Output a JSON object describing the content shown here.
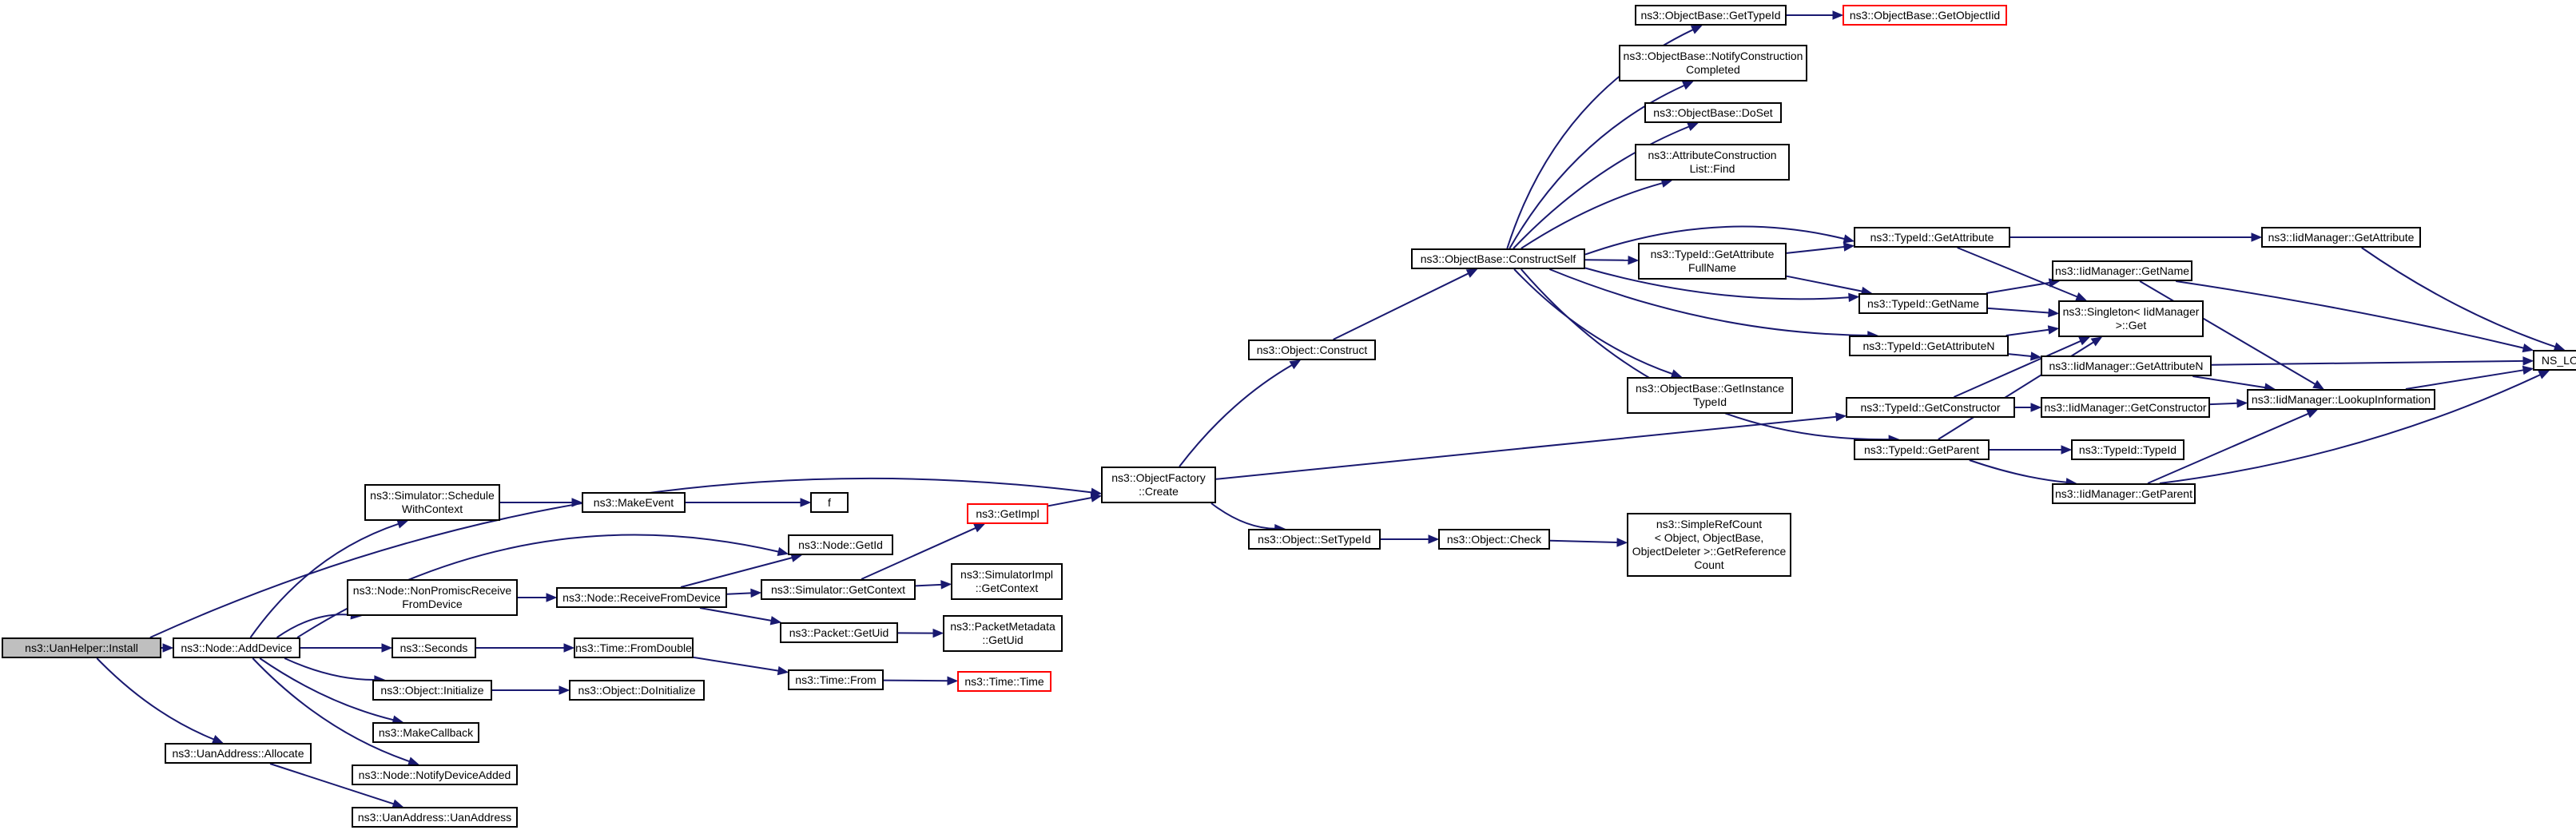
{
  "colors": {
    "edge": "#191970",
    "border": "#000000",
    "truncated_border": "#ff0000",
    "root_fill": "#bfbfbf",
    "background": "#ffffff"
  },
  "nodes": {
    "uanhelper_install": "ns3::UanHelper::Install",
    "node_adddevice": "ns3::Node::AddDevice",
    "uanaddress_allocate": "ns3::UanAddress::Allocate",
    "simulator_schedulewithcontext": "ns3::Simulator::Schedule\nWithContext",
    "makeevent": "ns3::MakeEvent",
    "f": "f",
    "node_getid": "ns3::Node::GetId",
    "node_nonpromiscreceive": "ns3::Node::NonPromiscReceive\nFromDevice",
    "node_receivefromdevice": "ns3::Node::ReceiveFromDevice",
    "simulator_getcontext": "ns3::Simulator::GetContext",
    "getimpl": "ns3::GetImpl",
    "simulatorimpl_getcontext": "ns3::SimulatorImpl\n::GetContext",
    "packet_getuid": "ns3::Packet::GetUid",
    "packetmetadata_getuid": "ns3::PacketMetadata\n::GetUid",
    "seconds": "ns3::Seconds",
    "time_fromdouble": "ns3::Time::FromDouble",
    "time_from": "ns3::Time::From",
    "time_time": "ns3::Time::Time",
    "object_initialize": "ns3::Object::Initialize",
    "object_doinitialize": "ns3::Object::DoInitialize",
    "makecallback": "ns3::MakeCallback",
    "node_notifydeviceadded": "ns3::Node::NotifyDeviceAdded",
    "uanaddress_uanaddress": "ns3::UanAddress::UanAddress",
    "objectfactory_create": "ns3::ObjectFactory\n::Create",
    "object_construct": "ns3::Object::Construct",
    "object_settypeid": "ns3::Object::SetTypeId",
    "object_check": "ns3::Object::Check",
    "simplerefcount": "ns3::SimpleRefCount\n< Object, ObjectBase,\nObjectDeleter >::GetReference\nCount",
    "objectbase_constructself": "ns3::ObjectBase::ConstructSelf",
    "objectbase_gettypeid": "ns3::ObjectBase::GetTypeId",
    "objectbase_getobjectiid": "ns3::ObjectBase::GetObjectIid",
    "objectbase_notifyconstruction": "ns3::ObjectBase::NotifyConstruction\nCompleted",
    "objectbase_doset": "ns3::ObjectBase::DoSet",
    "attributeconstructionlist_find": "ns3::AttributeConstruction\nList::Find",
    "typeid_getattributefullname": "ns3::TypeId::GetAttribute\nFullName",
    "typeid_getattribute": "ns3::TypeId::GetAttribute",
    "typeid_getname": "ns3::TypeId::GetName",
    "typeid_getattributen": "ns3::TypeId::GetAttributeN",
    "objectbase_getinstancetypeid": "ns3::ObjectBase::GetInstance\nTypeId",
    "typeid_getconstructor": "ns3::TypeId::GetConstructor",
    "typeid_getparent": "ns3::TypeId::GetParent",
    "typeid_typeid": "ns3::TypeId::TypeId",
    "iidmanager_getattribute": "ns3::IidManager::GetAttribute",
    "iidmanager_getname": "ns3::IidManager::GetName",
    "singleton_get": "ns3::Singleton< IidManager\n>::Get",
    "iidmanager_getattributen": "ns3::IidManager::GetAttributeN",
    "iidmanager_getconstructor": "ns3::IidManager::GetConstructor",
    "iidmanager_lookupinformation": "ns3::IidManager::LookupInformation",
    "iidmanager_getparent": "ns3::IidManager::GetParent",
    "ns_log_logic": "NS_LOG_LOGIC"
  },
  "edges": [
    [
      "uanhelper_install",
      "node_adddevice"
    ],
    [
      "uanhelper_install",
      "uanaddress_allocate"
    ],
    [
      "uanhelper_install",
      "objectfactory_create"
    ],
    [
      "node_adddevice",
      "simulator_schedulewithcontext"
    ],
    [
      "node_adddevice",
      "node_getid"
    ],
    [
      "node_adddevice",
      "node_nonpromiscreceive"
    ],
    [
      "node_adddevice",
      "seconds"
    ],
    [
      "node_adddevice",
      "object_initialize"
    ],
    [
      "node_adddevice",
      "makecallback"
    ],
    [
      "node_adddevice",
      "node_notifydeviceadded"
    ],
    [
      "uanaddress_allocate",
      "uanaddress_uanaddress"
    ],
    [
      "simulator_schedulewithcontext",
      "makeevent"
    ],
    [
      "makeevent",
      "f"
    ],
    [
      "node_nonpromiscreceive",
      "node_receivefromdevice"
    ],
    [
      "node_receivefromdevice",
      "node_getid"
    ],
    [
      "node_receivefromdevice",
      "simulator_getcontext"
    ],
    [
      "node_receivefromdevice",
      "packet_getuid"
    ],
    [
      "simulator_getcontext",
      "getimpl"
    ],
    [
      "simulator_getcontext",
      "simulatorimpl_getcontext"
    ],
    [
      "packet_getuid",
      "packetmetadata_getuid"
    ],
    [
      "seconds",
      "time_fromdouble"
    ],
    [
      "time_fromdouble",
      "time_from"
    ],
    [
      "time_from",
      "time_time"
    ],
    [
      "object_initialize",
      "object_doinitialize"
    ],
    [
      "getimpl",
      "objectfactory_create"
    ],
    [
      "objectfactory_create",
      "object_construct"
    ],
    [
      "objectfactory_create",
      "object_settypeid"
    ],
    [
      "objectfactory_create",
      "typeid_getconstructor"
    ],
    [
      "object_settypeid",
      "object_check"
    ],
    [
      "object_check",
      "simplerefcount"
    ],
    [
      "object_construct",
      "objectbase_constructself"
    ],
    [
      "objectbase_constructself",
      "objectbase_gettypeid"
    ],
    [
      "objectbase_constructself",
      "objectbase_notifyconstruction"
    ],
    [
      "objectbase_constructself",
      "objectbase_doset"
    ],
    [
      "objectbase_constructself",
      "attributeconstructionlist_find"
    ],
    [
      "objectbase_constructself",
      "typeid_getattribute"
    ],
    [
      "objectbase_constructself",
      "typeid_getattributefullname"
    ],
    [
      "objectbase_constructself",
      "typeid_getname"
    ],
    [
      "objectbase_constructself",
      "typeid_getattributen"
    ],
    [
      "objectbase_constructself",
      "objectbase_getinstancetypeid"
    ],
    [
      "objectbase_constructself",
      "typeid_getparent"
    ],
    [
      "objectbase_gettypeid",
      "objectbase_getobjectiid"
    ],
    [
      "typeid_getattributefullname",
      "typeid_getattribute"
    ],
    [
      "typeid_getattributefullname",
      "typeid_getname"
    ],
    [
      "typeid_getattribute",
      "iidmanager_getattribute"
    ],
    [
      "typeid_getattribute",
      "singleton_get"
    ],
    [
      "typeid_getname",
      "iidmanager_getname"
    ],
    [
      "typeid_getname",
      "singleton_get"
    ],
    [
      "typeid_getattributen",
      "singleton_get"
    ],
    [
      "typeid_getattributen",
      "iidmanager_getattributen"
    ],
    [
      "typeid_getconstructor",
      "singleton_get"
    ],
    [
      "typeid_getconstructor",
      "iidmanager_getconstructor"
    ],
    [
      "typeid_getparent",
      "singleton_get"
    ],
    [
      "typeid_getparent",
      "typeid_typeid"
    ],
    [
      "typeid_getparent",
      "iidmanager_getparent"
    ],
    [
      "iidmanager_getattribute",
      "ns_log_logic"
    ],
    [
      "iidmanager_getname",
      "ns_log_logic"
    ],
    [
      "iidmanager_getname",
      "iidmanager_lookupinformation"
    ],
    [
      "iidmanager_getattributen",
      "ns_log_logic"
    ],
    [
      "iidmanager_getattributen",
      "iidmanager_lookupinformation"
    ],
    [
      "iidmanager_getconstructor",
      "iidmanager_lookupinformation"
    ],
    [
      "iidmanager_getparent",
      "iidmanager_lookupinformation"
    ],
    [
      "iidmanager_getparent",
      "ns_log_logic"
    ],
    [
      "iidmanager_lookupinformation",
      "ns_log_logic"
    ]
  ]
}
